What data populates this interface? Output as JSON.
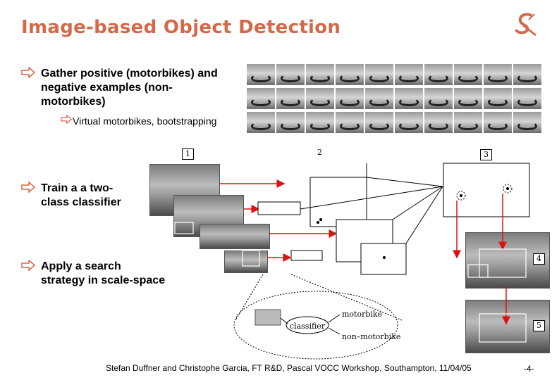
{
  "slide": {
    "title": "Image-based Object Detection",
    "accent_color": "#d4694a",
    "logo_icon": "ampersand-logo"
  },
  "bullets": [
    {
      "text": "Gather positive (motorbikes) and\nnegative examples (non-\nmotorbikes)"
    },
    {
      "text": "Train a a two-\nclass classifier"
    },
    {
      "text": "Apply a search\nstrategy in scale-space"
    }
  ],
  "sub_bullet": {
    "text": "Virtual motorbikes, bootstrapping"
  },
  "diagram": {
    "step_labels": [
      "1",
      "2",
      "3",
      "4",
      "5"
    ],
    "classifier_label": "classifier",
    "positive_label": "motorbike",
    "negative_label": "non–motorbike",
    "arrow_color": "#e01010"
  },
  "footer": {
    "text": "Stefan Duffner and Christophe Garcia, FT R&D, Pascal VOCC Workshop, Southampton, 11/04/05",
    "page": "-4-"
  }
}
